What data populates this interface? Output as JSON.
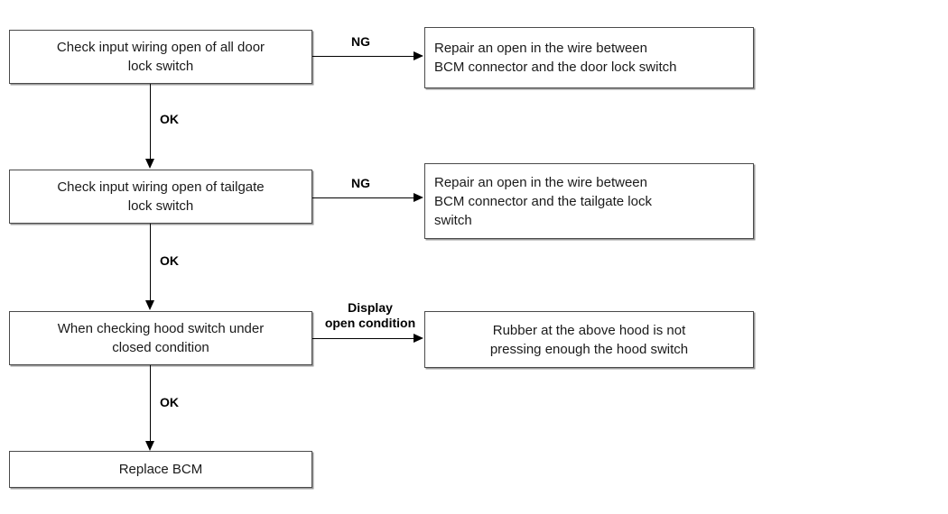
{
  "diagram": {
    "title": "Door lock / tailgate / hood switch diagnostic flowchart",
    "background_color": "#ffffff",
    "line_color": "#000000",
    "box_border_color": "#4a4a4a",
    "box_fill_color": "#ffffff"
  },
  "nodes": [
    {
      "id": "check-door-lock",
      "text": "Check input wiring open of all door\nlock switch"
    },
    {
      "id": "repair-door-lock",
      "text": "Repair an open in the wire between\nBCM connector and the door lock switch"
    },
    {
      "id": "check-tailgate-lock",
      "text": "Check input wiring open of tailgate\nlock switch"
    },
    {
      "id": "repair-tailgate-lock",
      "text": "Repair an open in the wire between\nBCM connector and the tailgate lock\nswitch"
    },
    {
      "id": "check-hood-switch",
      "text": "When checking hood switch under\nclosed condition"
    },
    {
      "id": "rubber-hood",
      "text": "Rubber at the above hood is not\npressing enough the hood switch"
    },
    {
      "id": "replace-bcm",
      "text": "Replace BCM"
    }
  ],
  "edge_labels": {
    "ng_1": "NG",
    "ng_2": "NG",
    "display_open_condition": "Display\nopen condition",
    "ok_1": "OK",
    "ok_2": "OK",
    "ok_3": "OK"
  }
}
